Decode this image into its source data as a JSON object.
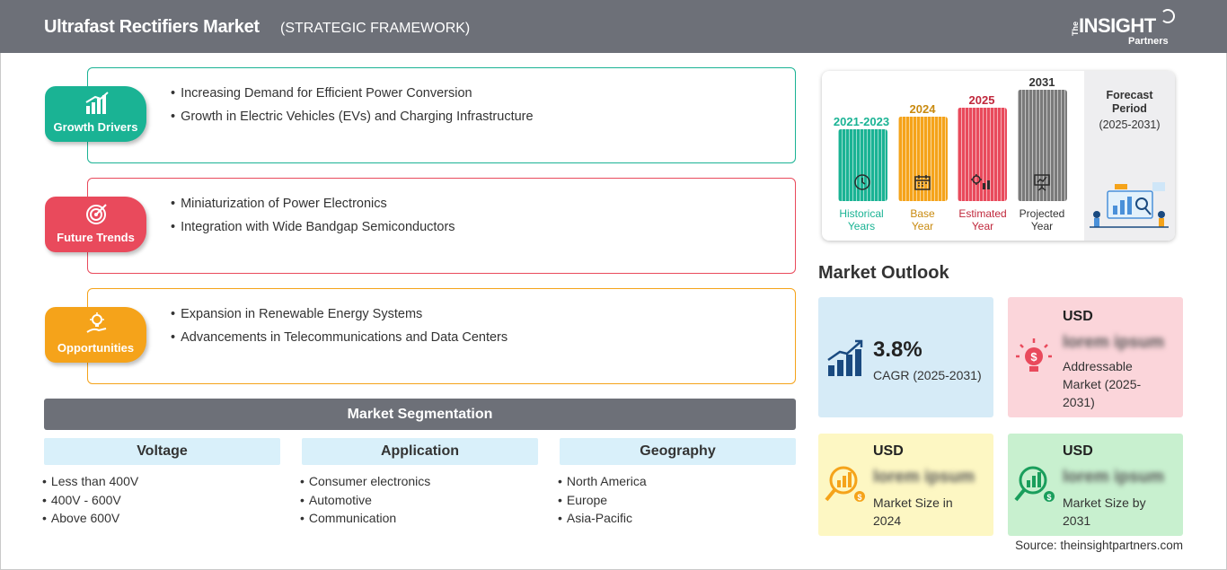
{
  "header": {
    "title": "Ultrafast Rectifiers Market",
    "subtitle": "(STRATEGIC FRAMEWORK)",
    "logo": {
      "the": "The",
      "insight": "INSIGHT",
      "partners": "Partners"
    }
  },
  "sections": [
    {
      "label": "Growth Drivers",
      "color": "#1ab394",
      "icon": "chart-growth-icon",
      "bullets": [
        "Increasing Demand for Efficient Power Conversion",
        "Growth in Electric Vehicles (EVs) and Charging Infrastructure"
      ]
    },
    {
      "label": "Future Trends",
      "color": "#e94a5c",
      "icon": "target-icon",
      "bullets": [
        "Miniaturization of Power Electronics",
        "Integration with Wide Bandgap Semiconductors"
      ]
    },
    {
      "label": "Opportunities",
      "color": "#f5a31a",
      "icon": "lightbulb-hand-icon",
      "bullets": [
        "Expansion in Renewable Energy Systems",
        "Advancements in Telecommunications and Data Centers"
      ]
    }
  ],
  "segmentation": {
    "title": "Market Segmentation",
    "columns": [
      {
        "heading": "Voltage",
        "items": [
          "Less than 400V",
          "400V - 600V",
          "Above 600V"
        ]
      },
      {
        "heading": "Application",
        "items": [
          "Consumer electronics",
          "Automotive",
          "Communication"
        ]
      },
      {
        "heading": "Geography",
        "items": [
          "North America",
          "Europe",
          "Asia-Pacific"
        ]
      }
    ]
  },
  "timeline": {
    "bars": [
      {
        "year": "2021-2023",
        "label_line1": "Historical",
        "label_line2": "Years",
        "color": "#1ab394",
        "icon": "history-icon"
      },
      {
        "year": "2024",
        "label_line1": "Base",
        "label_line2": "Year",
        "color": "#f5a31a",
        "icon": "calendar-icon"
      },
      {
        "year": "2025",
        "label_line1": "Estimated",
        "label_line2": "Year",
        "color": "#e94a5c",
        "icon": "gear-chart-icon"
      },
      {
        "year": "2031",
        "label_line1": "Projected",
        "label_line2": "Year",
        "color": "#7a7a7a",
        "icon": "presentation-icon"
      }
    ],
    "forecast": {
      "line1": "Forecast",
      "line2": "Period",
      "line3": "(2025-2031)"
    }
  },
  "outlook": {
    "title": "Market Outlook",
    "cagr": {
      "value": "3.8%",
      "label": "CAGR (2025-2031)",
      "bg": "#d6ebf7"
    },
    "addressable": {
      "usd": "USD",
      "blurred": "lorem ipsum",
      "label": "Addressable Market (2025-2031)",
      "bg": "#fbd5da"
    },
    "size2024": {
      "usd": "USD",
      "blurred": "lorem ipsum",
      "label": "Market Size in 2024",
      "bg": "#fdf7c3"
    },
    "size2031": {
      "usd": "USD",
      "blurred": "lorem ipsum",
      "label": "Market Size by 2031",
      "bg": "#c8f0cf"
    }
  },
  "source": "Source: theinsightpartners.com"
}
